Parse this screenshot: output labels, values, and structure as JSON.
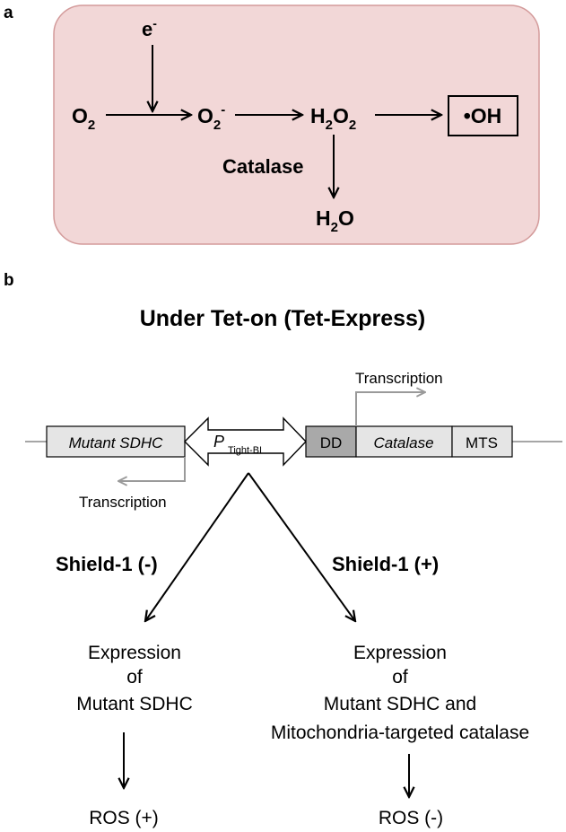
{
  "panel_a": {
    "label": "a",
    "electron": {
      "base": "e",
      "sup": "-"
    },
    "o2": {
      "base": "O",
      "sub": "2"
    },
    "superoxide": {
      "base": "O",
      "sub": "2",
      "sup": "-"
    },
    "h2o2": {
      "p1": "H",
      "s1": "2",
      "p2": "O",
      "s2": "2"
    },
    "hydroxyl": "•OH",
    "catalase": "Catalase",
    "water": {
      "p1": "H",
      "s1": "2",
      "p2": "O"
    }
  },
  "panel_b": {
    "label": "b",
    "title": "Under Tet-on (Tet-Express)",
    "gene_left": "Mutant SDHC",
    "promoter": {
      "main": "P",
      "sub": "Tight-BI"
    },
    "dd": "DD",
    "catalase_box": "Catalase",
    "mts": "MTS",
    "transcription_right": "Transcription",
    "transcription_left": "Transcription",
    "shield_minus": "Shield-1 (-)",
    "shield_plus": "Shield-1 (+)",
    "left_expression": [
      "Expression",
      "of",
      "Mutant SDHC"
    ],
    "right_expression": [
      "Expression",
      "of",
      "Mutant SDHC and",
      "Mitochondria-targeted catalase"
    ],
    "ros_left": "ROS (+)",
    "ros_right": "ROS (-)"
  },
  "colors": {
    "panel_fill": "#f2d7d7",
    "panel_stroke": "#d39a9a",
    "gene_box": "#e5e5e5",
    "dd_box": "#a9a9a9",
    "gray_arrow": "#9a9a9a"
  }
}
